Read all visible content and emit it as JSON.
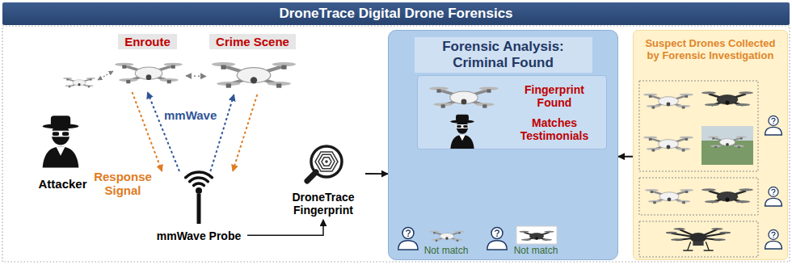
{
  "diagram": {
    "title": "DroneTrace Digital Drone Forensics",
    "nodes": [
      {
        "text": [
          "Enroute"
        ]
      },
      {
        "text": [
          "Crime Scene"
        ]
      },
      {
        "text": [
          "Attacker"
        ]
      },
      {
        "text": [
          "mmWave Probe"
        ]
      },
      {
        "text": [
          "DroneTrace Fingerprint"
        ]
      },
      {
        "text": [
          "Forensic Analysis: Criminal Found"
        ]
      },
      {
        "text": [
          "Fingerprint Found",
          "Matches Testimonials"
        ],
        "in": 5
      },
      {
        "text": [
          "Suspect Drones Collected by Forensic Investigation"
        ]
      }
    ],
    "edges": [
      {
        "from": 0,
        "to": 1,
        "arrow": "both"
      },
      {
        "from": 3,
        "to": 0,
        "arrow": "to"
      },
      {
        "from": 0,
        "to": 3,
        "arrow": "to"
      },
      {
        "from": 3,
        "to": 1,
        "arrow": "to"
      },
      {
        "from": 1,
        "to": 3,
        "arrow": "to"
      },
      {
        "from": 3,
        "to": 4,
        "arrow": "to"
      },
      {
        "from": 4,
        "to": 5,
        "arrow": "to"
      },
      {
        "from": 7,
        "to": 5,
        "arrow": "to"
      }
    ],
    "labels": [
      "mmWave",
      "Response Signal",
      "Not match",
      "Not match"
    ]
  }
}
